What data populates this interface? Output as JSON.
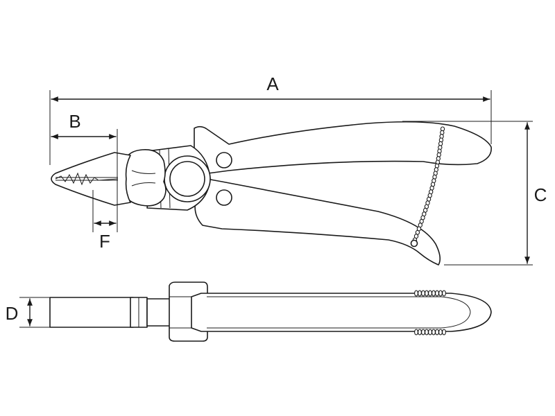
{
  "dimensions": {
    "A": "A",
    "B": "B",
    "C": "C",
    "D": "D",
    "F": "F"
  },
  "colors": {
    "line": "#1a1a1a",
    "background": "#ffffff"
  }
}
